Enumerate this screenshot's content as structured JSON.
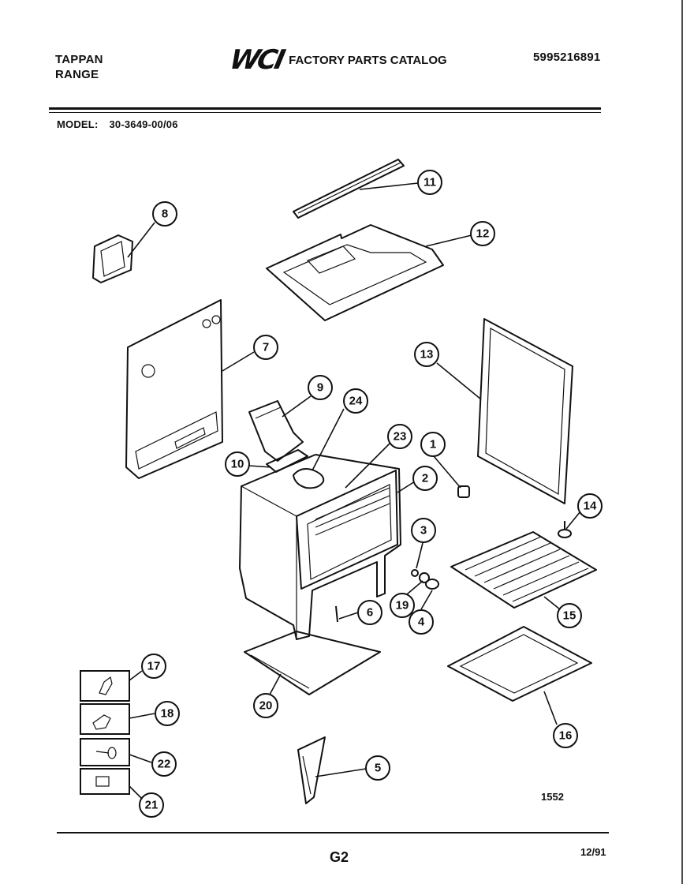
{
  "header": {
    "brand_line1": "TAPPAN",
    "brand_line2": "RANGE",
    "logo": "WCI",
    "catalog_title": "FACTORY PARTS CATALOG",
    "part_number": "5995216891"
  },
  "model": {
    "label": "MODEL:",
    "value": "30-3649-00/06"
  },
  "callouts": [
    {
      "id": "c1",
      "label": "1"
    },
    {
      "id": "c2",
      "label": "2"
    },
    {
      "id": "c3",
      "label": "3"
    },
    {
      "id": "c4",
      "label": "4"
    },
    {
      "id": "c5",
      "label": "5"
    },
    {
      "id": "c6",
      "label": "6"
    },
    {
      "id": "c7",
      "label": "7"
    },
    {
      "id": "c8",
      "label": "8"
    },
    {
      "id": "c9",
      "label": "9"
    },
    {
      "id": "c10",
      "label": "10"
    },
    {
      "id": "c11",
      "label": "11"
    },
    {
      "id": "c12",
      "label": "12"
    },
    {
      "id": "c13",
      "label": "13"
    },
    {
      "id": "c14",
      "label": "14"
    },
    {
      "id": "c15",
      "label": "15"
    },
    {
      "id": "c16",
      "label": "16"
    },
    {
      "id": "c17",
      "label": "17"
    },
    {
      "id": "c18",
      "label": "18"
    },
    {
      "id": "c19",
      "label": "19"
    },
    {
      "id": "c20",
      "label": "20"
    },
    {
      "id": "c21",
      "label": "21"
    },
    {
      "id": "c22",
      "label": "22"
    },
    {
      "id": "c23",
      "label": "23"
    },
    {
      "id": "c24",
      "label": "24"
    }
  ],
  "footer": {
    "figure_number": "1552",
    "page": "G2",
    "date": "12/91"
  }
}
